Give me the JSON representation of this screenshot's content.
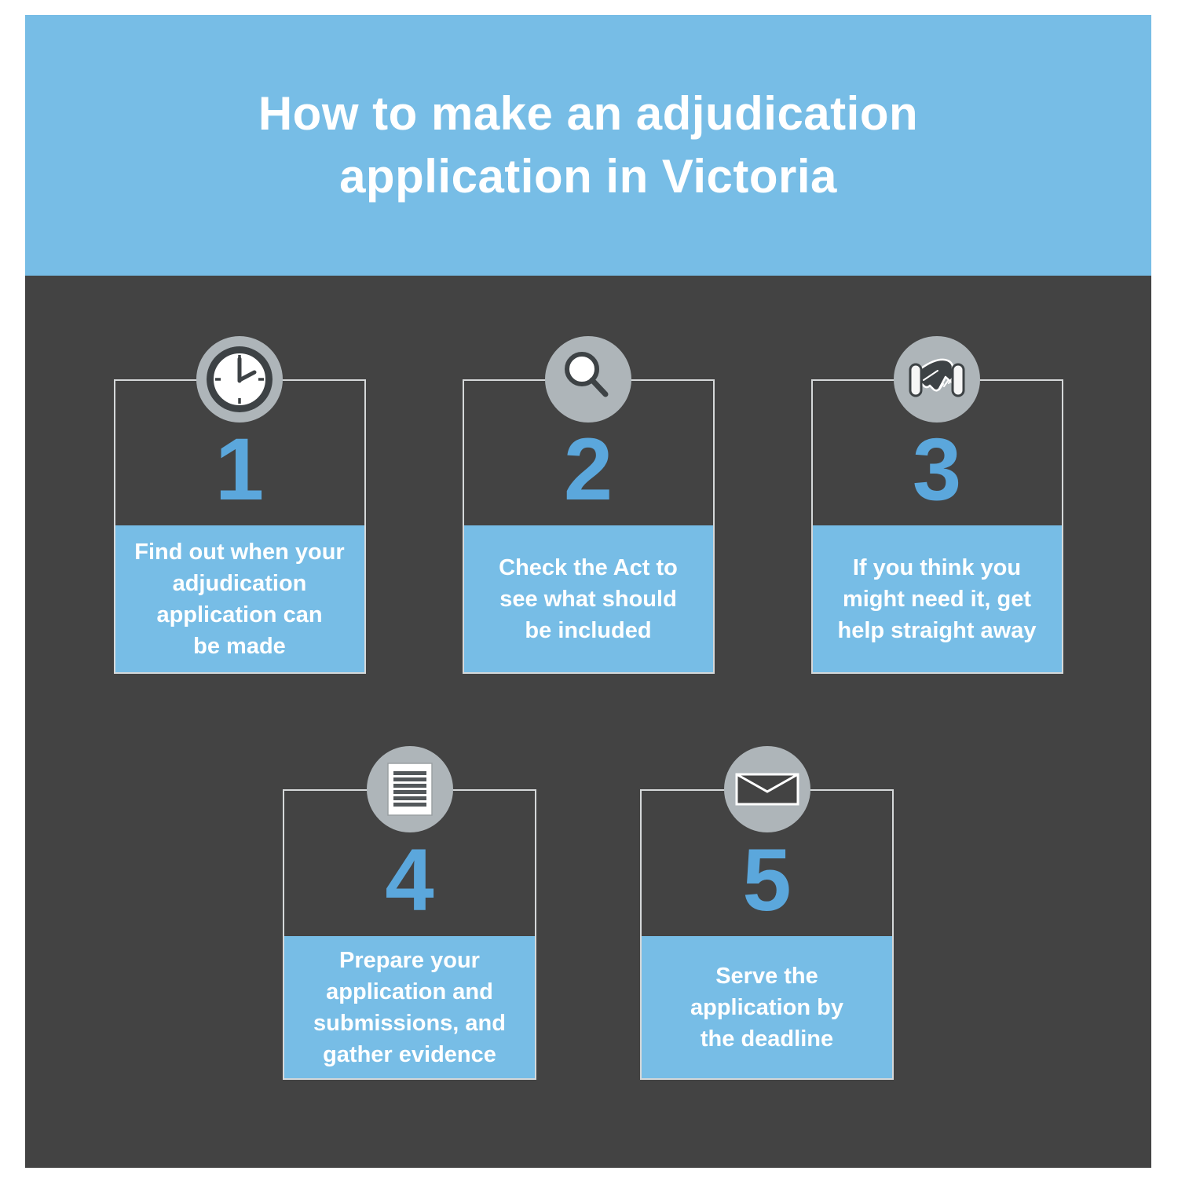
{
  "title": {
    "text": "How to make an adjudication\napplication in Victoria"
  },
  "steps": [
    {
      "number": "1",
      "icon": "clock-icon",
      "text": "Find out when your\nadjudication\napplication can\nbe made"
    },
    {
      "number": "2",
      "icon": "magnifier-icon",
      "text": "Check the Act to\nsee what should\nbe included"
    },
    {
      "number": "3",
      "icon": "handshake-icon",
      "text": "If you think you\nmight need it, get\nhelp straight away"
    },
    {
      "number": "4",
      "icon": "document-icon",
      "text": "Prepare your\napplication and\nsubmissions, and\ngather evidence"
    },
    {
      "number": "5",
      "icon": "envelope-icon",
      "text": "Serve the\napplication by\nthe deadline"
    }
  ],
  "colors": {
    "header_blue": "#77bde6",
    "panel_blue": "#77bde6",
    "number_blue": "#5ba7dc",
    "bg_dark": "#434343",
    "card_border": "#d5d8d9",
    "icon_circle_gray": "#aeb5b9",
    "icon_dark": "#3d4245",
    "text_white": "#ffffff"
  }
}
